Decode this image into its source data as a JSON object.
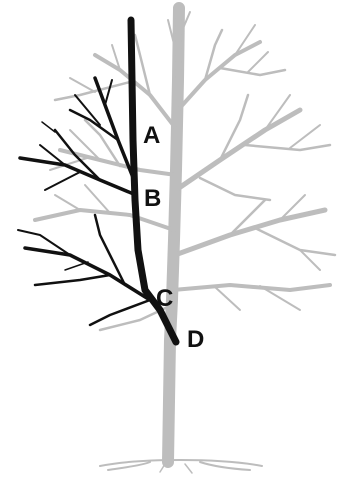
{
  "diagram": {
    "labels": {
      "a": "A",
      "b": "B",
      "c": "C",
      "d": "D"
    },
    "colors": {
      "pruned_limb": "#111111",
      "remaining_tree": "#bdbdbd",
      "background": "#ffffff"
    }
  }
}
